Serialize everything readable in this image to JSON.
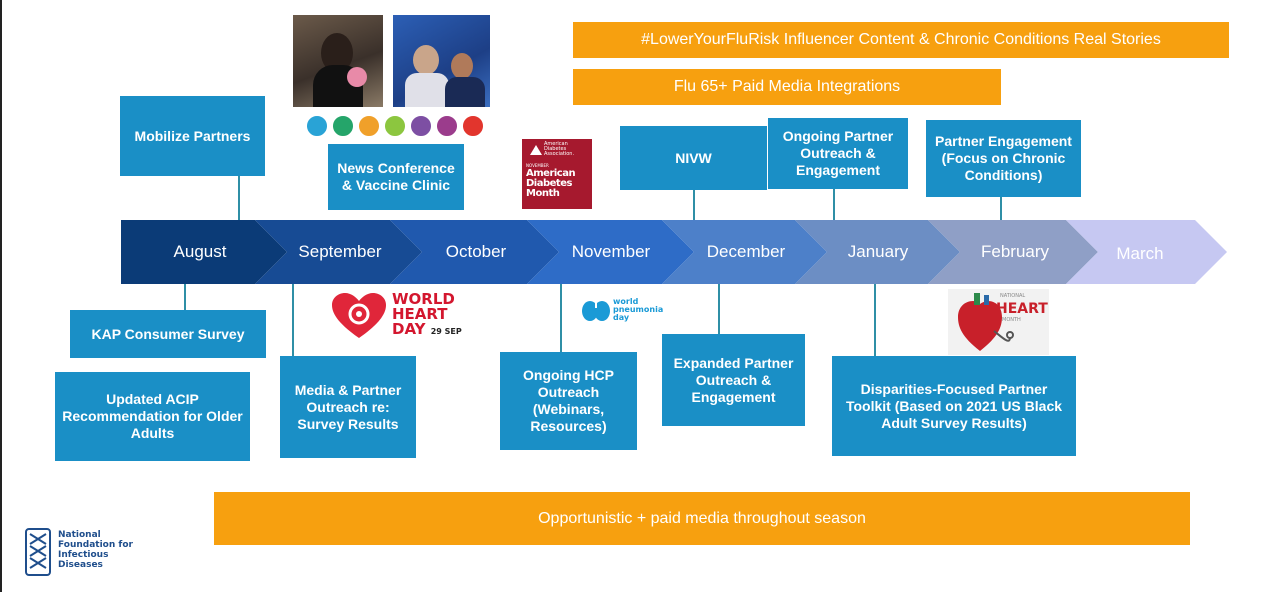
{
  "colors": {
    "accent_blue": "#1a8fc6",
    "orange": "#f7a00f",
    "chevrons": [
      "#0b3b77",
      "#174b94",
      "#2059ae",
      "#2e6cc7",
      "#4d80c9",
      "#6c8ec4",
      "#8f9fc6",
      "#c6c8f2"
    ]
  },
  "months": [
    "August",
    "September",
    "October",
    "November",
    "December",
    "January",
    "February",
    "March"
  ],
  "banners": {
    "influencer": "#LowerYourFluRisk Influencer Content & Chronic Conditions Real Stories",
    "paid_media": "Flu 65+ Paid Media Integrations",
    "opportunistic": "Opportunistic + paid media throughout season"
  },
  "top_boxes": {
    "mobilize": "Mobilize Partners",
    "news": "News Conference & Vaccine Clinic",
    "nivw": "NIVW",
    "ongoing_partner": "Ongoing Partner Outreach & Engagement",
    "partner_engagement": "Partner Engagement (Focus on Chronic Conditions)"
  },
  "bottom_boxes": {
    "kap": "KAP Consumer Survey",
    "acip": "Updated ACIP Recommendation for Older Adults",
    "media_partner": "Media & Partner Outreach re: Survey Results",
    "hcp": "Ongoing HCP Outreach (Webinars, Resources)",
    "expanded": "Expanded Partner Outreach & Engagement",
    "disparities": "Disparities-Focused Partner Toolkit (Based on 2021 US Black Adult Survey Results)"
  },
  "logos": {
    "world_heart": {
      "line1": "WORLD",
      "line2": "HEART",
      "line3": "DAY",
      "date": "29 SEP"
    },
    "world_pneumonia": {
      "line1": "world",
      "line2": "pneumonia",
      "line3": "day"
    },
    "ada": {
      "org1": "American",
      "org2": "Diabetes",
      "org3": "Association.",
      "month_label": "NOVEMBER",
      "title1": "American",
      "title2": "Diabetes",
      "title3": "Month"
    },
    "heart_month": {
      "line1": "NATIONAL",
      "line2": "HEART",
      "line3": "MONTH"
    },
    "nfid": {
      "line1": "National",
      "line2": "Foundation for",
      "line3": "Infectious",
      "line4": "Diseases"
    }
  }
}
